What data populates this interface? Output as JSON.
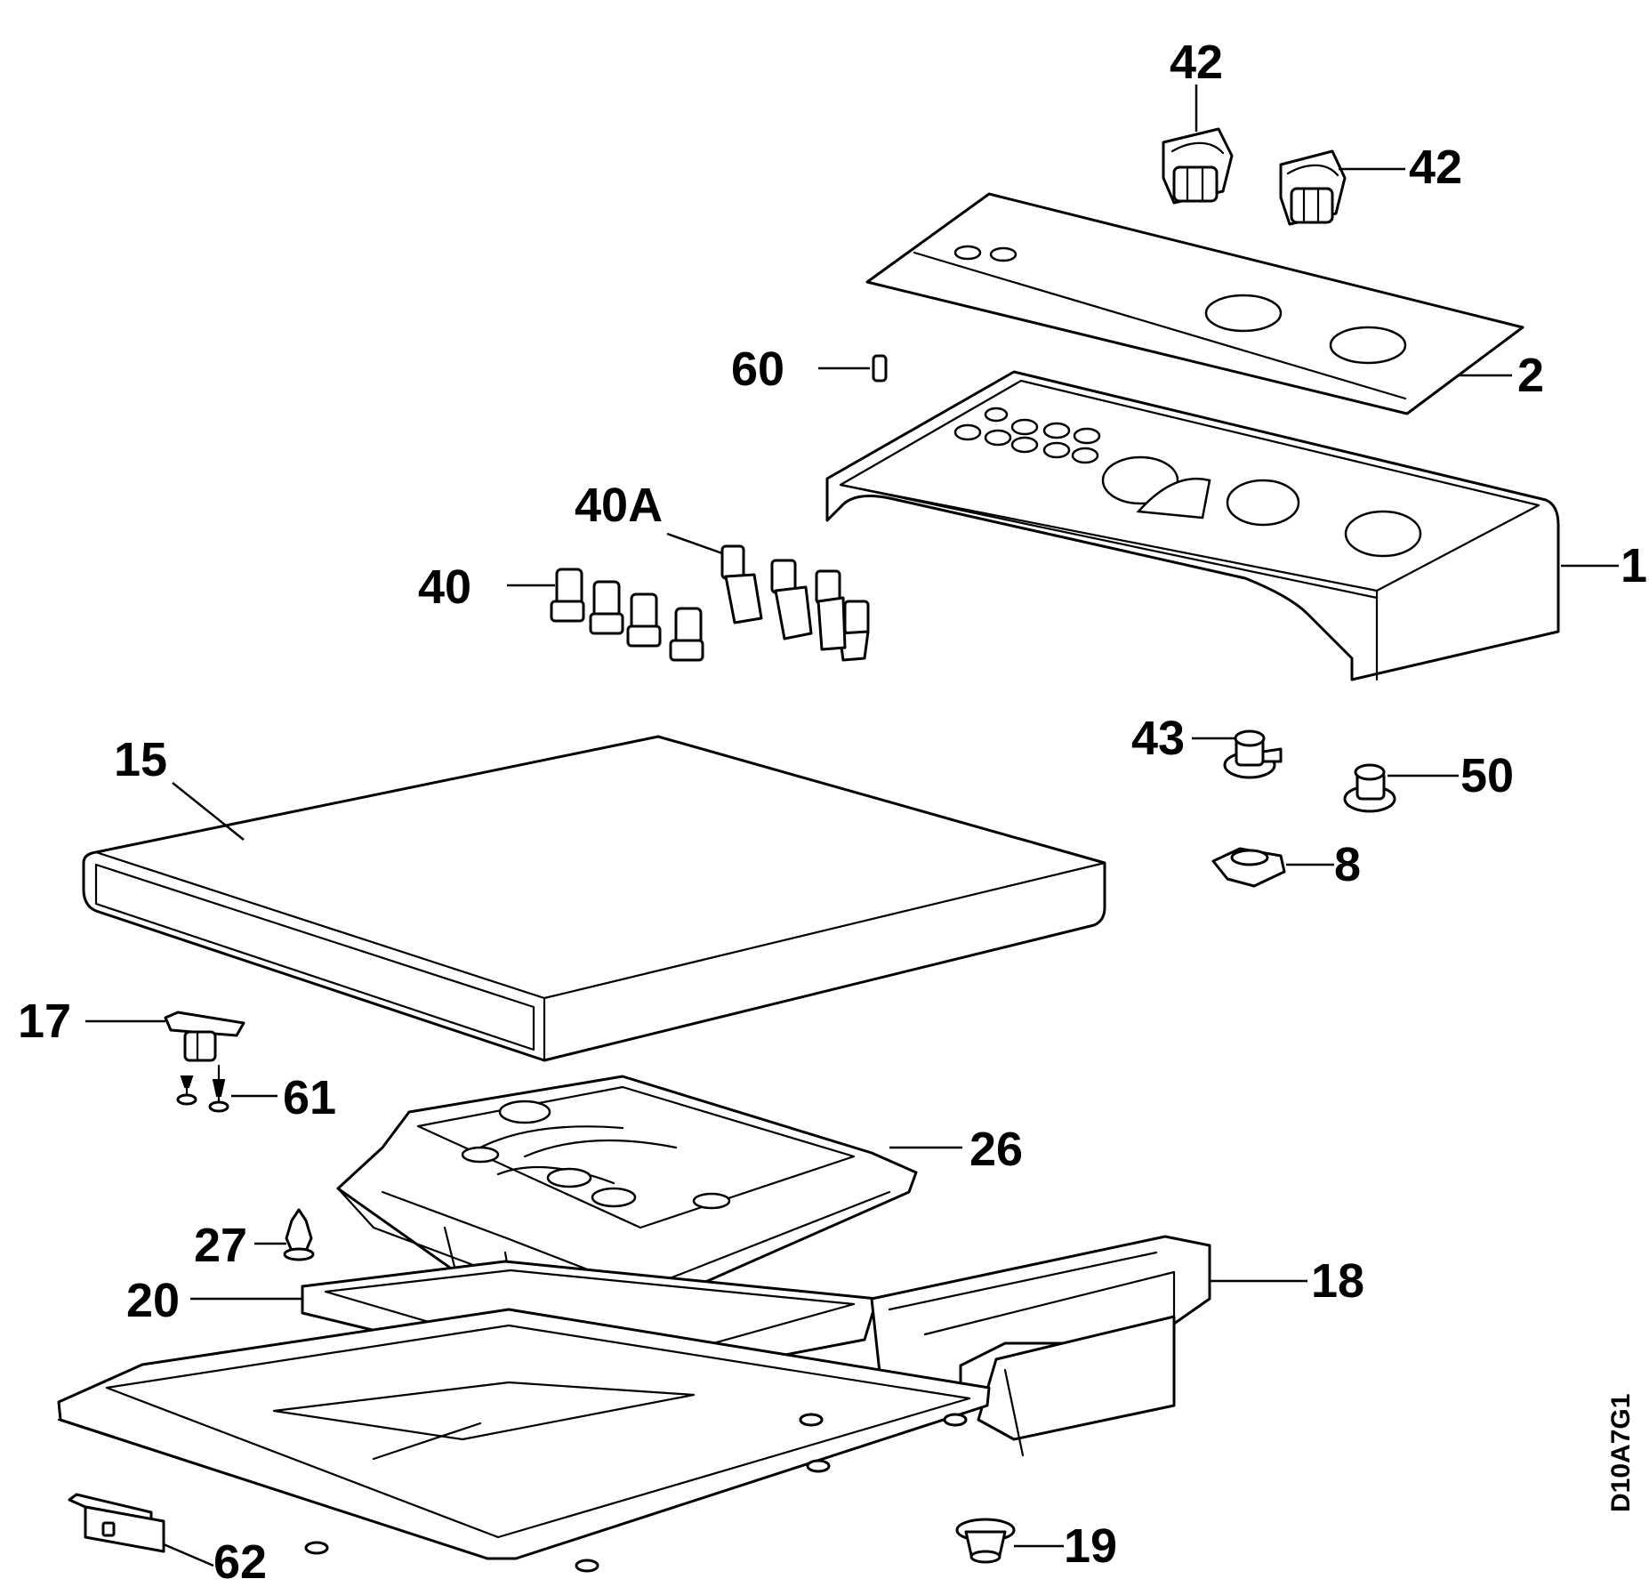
{
  "diagram": {
    "drawing_code": "D10A7G1",
    "callouts": {
      "c42a": "42",
      "c42b": "42",
      "c60": "60",
      "c2": "2",
      "c40a": "40A",
      "c40": "40",
      "c1": "1",
      "c15": "15",
      "c43": "43",
      "c50": "50",
      "c8": "8",
      "c17": "17",
      "c61": "61",
      "c26": "26",
      "c27": "27",
      "c20": "20",
      "c18": "18",
      "c62": "62",
      "c19": "19"
    },
    "colors": {
      "line": "#000000",
      "background": "#ffffff"
    }
  }
}
